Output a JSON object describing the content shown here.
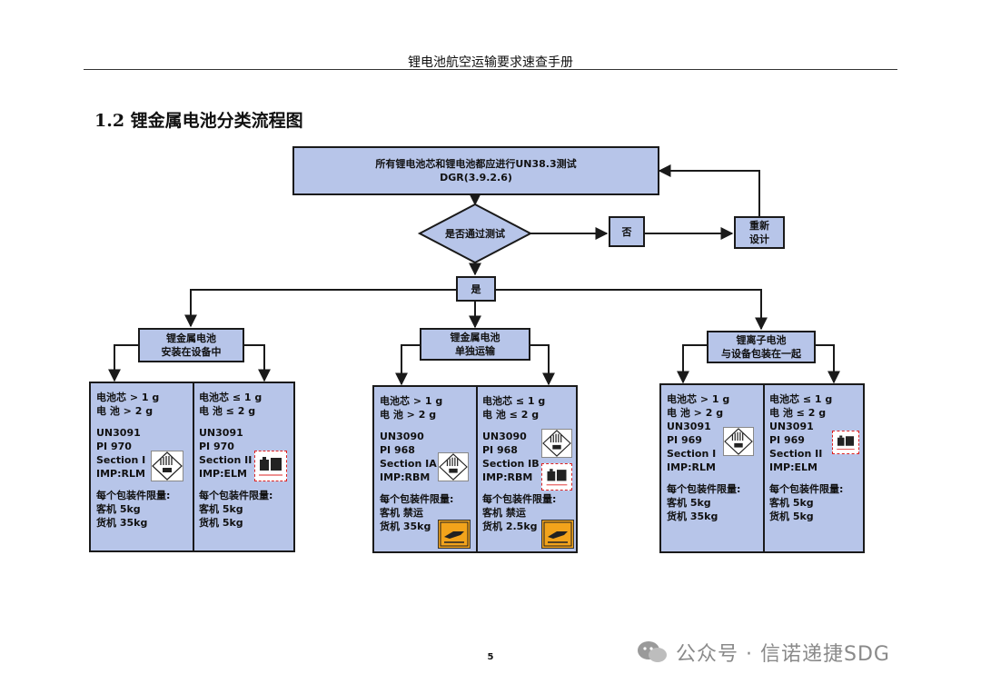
{
  "header": {
    "title": "锂电池航空运输要求速查手册"
  },
  "section": {
    "title": "1.2  锂金属电池分类流程图"
  },
  "flow": {
    "top": {
      "line1": "所有锂电池芯和锂电池都应进行UN38.3测试",
      "line2": "DGR(3.9.2.6)"
    },
    "decision": "是否通过测试",
    "no": "否",
    "redesign": {
      "line1": "重新",
      "line2": "设计"
    },
    "yes": "是",
    "categories": [
      {
        "line1": "锂金属电池",
        "line2": "安装在设备中"
      },
      {
        "line1": "锂金属电池",
        "line2": "单独运输"
      },
      {
        "line1": "锂离子电池",
        "line2": "与设备包装在一起"
      }
    ]
  },
  "panels": [
    {
      "left": {
        "lines": [
          "电池芯 > 1 g",
          "电 池 > 2 g",
          "",
          "UN3091",
          "PI 970",
          "Section I",
          "IMP:RLM",
          "",
          "每个包装件限量:",
          "客机 5kg",
          "货机 35kg"
        ],
        "label": "class-9-label"
      },
      "right": {
        "lines": [
          "电池芯 ≤ 1 g",
          "电 池 ≤ 2 g",
          "",
          "UN3091",
          "PI 970",
          "Section II",
          "IMP:ELM",
          "",
          "每个包装件限量:",
          "客机 5kg",
          "货机 5kg"
        ],
        "label": "lithium-battery-mark"
      }
    },
    {
      "left": {
        "lines": [
          "电池芯 > 1 g",
          "电 池 > 2 g",
          "",
          "UN3090",
          "PI 968",
          "Section IA",
          "IMP:RBM",
          "",
          "每个包装件限量:",
          "客机 禁运",
          "货机 35kg"
        ],
        "label": "class-9-label"
      },
      "right": {
        "lines": [
          "电池芯 ≤ 1 g",
          "电 池 ≤ 2 g",
          "",
          "UN3090",
          "PI 968",
          "Section IB",
          "IMP:RBM",
          "",
          "每个包装件限量:",
          "客机 禁运",
          "货机 2.5kg"
        ],
        "label": "class-9-label"
      }
    },
    {
      "left": {
        "lines": [
          "电池芯 > 1 g",
          "电 池 > 2 g",
          "UN3091",
          "PI 969",
          "Section I",
          "IMP:RLM",
          "",
          "每个包装件限量:",
          "客机 5kg",
          "货机 35kg"
        ],
        "label": "class-9-label"
      },
      "right": {
        "lines": [
          "电池芯 ≤ 1 g",
          "电 池 ≤ 2 g",
          "UN3091",
          "PI 969",
          "Section II",
          "IMP:ELM",
          "",
          "每个包装件限量:",
          "客机 5kg",
          "货机 5kg"
        ],
        "label": "lithium-battery-mark"
      }
    }
  ],
  "footer": {
    "page": "5",
    "watermark": "公众号 · 信诺递捷SDG"
  }
}
